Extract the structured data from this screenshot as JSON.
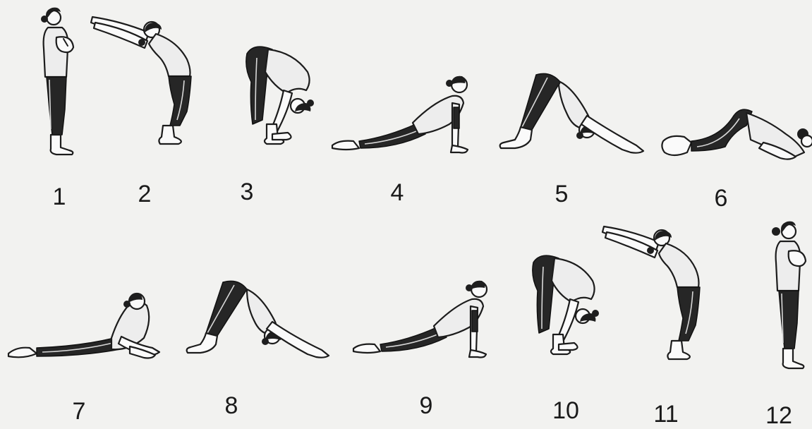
{
  "poses": [
    {
      "label": "1",
      "shape": "standing-prayer-pose"
    },
    {
      "label": "2",
      "shape": "backbend-arms-raised-pose"
    },
    {
      "label": "3",
      "shape": "forward-fold-pose"
    },
    {
      "label": "4",
      "shape": "upward-lunge-pose"
    },
    {
      "label": "5",
      "shape": "downward-dog-pose"
    },
    {
      "label": "6",
      "shape": "knees-chest-chin-pose"
    },
    {
      "label": "7",
      "shape": "cobra-pose"
    },
    {
      "label": "8",
      "shape": "downward-dog-pose"
    },
    {
      "label": "9",
      "shape": "upward-lunge-pose"
    },
    {
      "label": "10",
      "shape": "forward-fold-pose"
    },
    {
      "label": "11",
      "shape": "backbend-arms-raised-pose"
    },
    {
      "label": "12",
      "shape": "standing-prayer-pose"
    }
  ]
}
